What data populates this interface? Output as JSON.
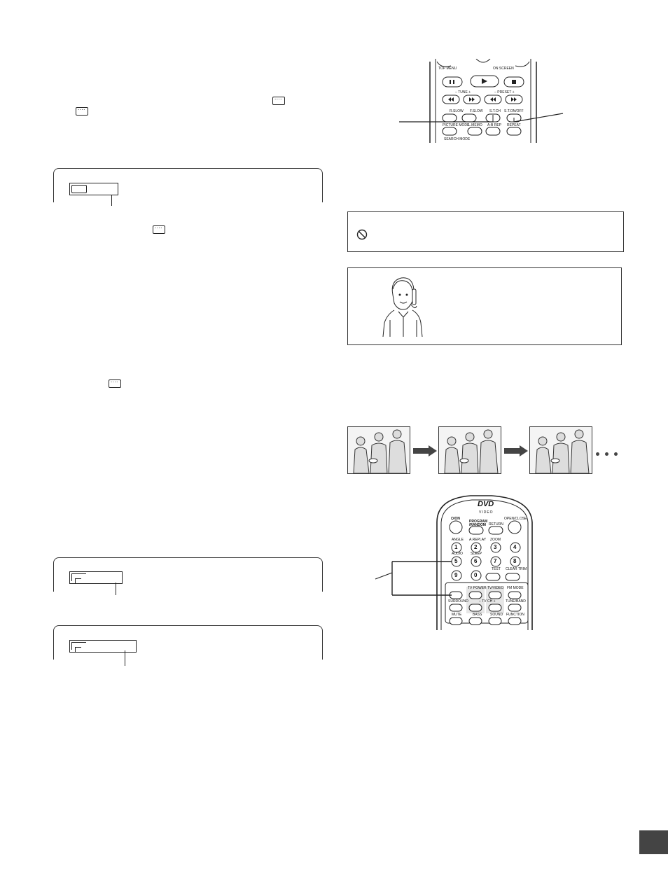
{
  "remote_top": {
    "labels": {
      "top_menu": "TOP MENU",
      "on_screen": "ON SCREEN",
      "tune": "− TUNE +",
      "preset": "− PRESET +",
      "fslow": "F.SLOW",
      "rslow": "R.SLOW",
      "stch": "S.T.CH",
      "ston": "S.T.ON/OFF",
      "picture_mode": "PICTURE MODE",
      "lmemo": "L.MEMO",
      "abrep": "A-B REP",
      "repeat": "REPEAT",
      "search_mode": "SEARCH MODE"
    }
  },
  "remote_main": {
    "brand_top": "DVD",
    "brand_sub": "VIDEO",
    "labels": {
      "on": "⏻/ON",
      "open_close": "OPEN/CLOSE",
      "program_random": "PROGRAM /RANDOM",
      "return": "RETURN",
      "angle": "ANGLE",
      "a_replay": "A.REPLAY",
      "zoom": "ZOOM",
      "audio": "AUDIO",
      "sleep": "SLEEP",
      "test": "TEST",
      "clear_trim": "CLEAR TRIM",
      "tv_power": "TV POWER",
      "tv_video": "TV/VIDEO",
      "fm_mode": "FM MODE",
      "surround": "SURROUND",
      "tv_ch": "− TV CH +",
      "tune_band": "TUNE/BAND",
      "mute": "MUTE",
      "bass": "BASS",
      "sound": "SOUND",
      "function": "FUNCTION"
    },
    "keys": [
      "1",
      "2",
      "3",
      "4",
      "5",
      "6",
      "7",
      "8",
      "9",
      "0"
    ]
  }
}
